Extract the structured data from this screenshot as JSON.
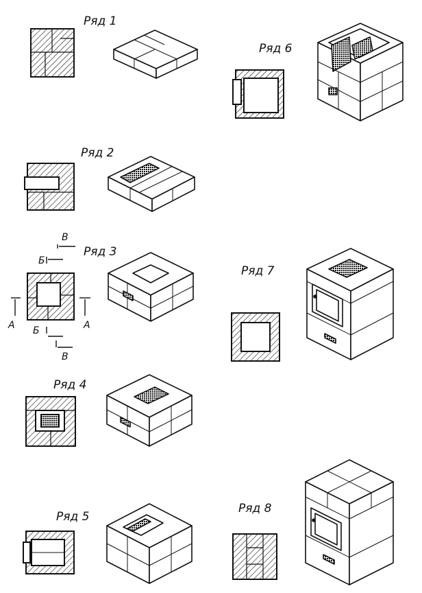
{
  "rows": [
    {
      "label": "Ряд 1"
    },
    {
      "label": "Ряд 2"
    },
    {
      "label": "Ряд 3"
    },
    {
      "label": "Ряд 4"
    },
    {
      "label": "Ряд 5"
    },
    {
      "label": "Ряд 6"
    },
    {
      "label": "Ряд 7"
    },
    {
      "label": "Ряд 8"
    }
  ],
  "section_marks": {
    "a": "А",
    "b": "Б",
    "v": "В"
  },
  "colors": {
    "ink": "#111111",
    "paper": "#ffffff"
  }
}
